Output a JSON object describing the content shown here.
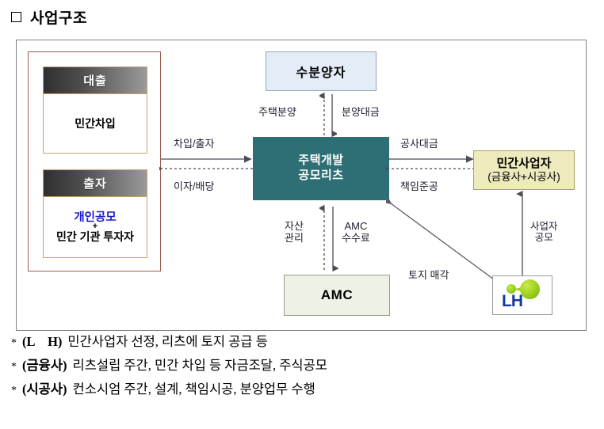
{
  "page": {
    "title": "사업구조",
    "title_bullet": "square-bullet-icon"
  },
  "diagram": {
    "left_panel": {
      "name": "funding-panel",
      "cards": [
        {
          "header": "대출",
          "lines": [
            "민간차입"
          ]
        },
        {
          "header": "출자",
          "blue_line": "개인공모",
          "plus": "+",
          "black_line": "민간 기관 투자자"
        }
      ]
    },
    "nodes": {
      "buyer": {
        "label": "수분양자",
        "fill": "#e3ecf7",
        "border": "#95a5bd"
      },
      "reits": {
        "line1": "주택개발",
        "line2": "공모리츠",
        "fill": "#2e6f76",
        "text_color": "#ffffff"
      },
      "amc": {
        "label": "AMC",
        "fill": "#eef2e6",
        "border": "#9a9a8e"
      },
      "private": {
        "line1": "민간사업자",
        "line2": "(금융사+시공사)",
        "fill": "#edeabe",
        "border": "#a9a05c"
      },
      "lh": {
        "label": "LH",
        "logo": "lh-logo-icon",
        "text_color": "#14389c",
        "mark_color": "#9ed11f"
      }
    },
    "connector_labels": {
      "buyer_left": "주택분양",
      "buyer_right": "분양대금",
      "left_top": "차입/출자",
      "left_bottom": "이자/배당",
      "right_top": "공사대금",
      "right_bottom": "책임준공",
      "amc_left": "자산\n관리",
      "amc_left_line1": "자산",
      "amc_left_line2": "관리",
      "amc_right_line1": "AMC",
      "amc_right_line2": "수수료",
      "land_sale": "토지 매각",
      "operator_bid_line1": "사업자",
      "operator_bid_line2": "공모"
    }
  },
  "notes": [
    {
      "star": "*",
      "tag": "(L    H)",
      "body": "민간사업자 선정, 리츠에 토지 공급 등"
    },
    {
      "star": "*",
      "tag": "(금융사)",
      "body": "리츠설립 주간, 민간 차입 등 자금조달, 주식공모"
    },
    {
      "star": "*",
      "tag": "(시공사)",
      "body": "컨소시엄 주간, 설계, 책임시공, 분양업무 수행"
    }
  ]
}
